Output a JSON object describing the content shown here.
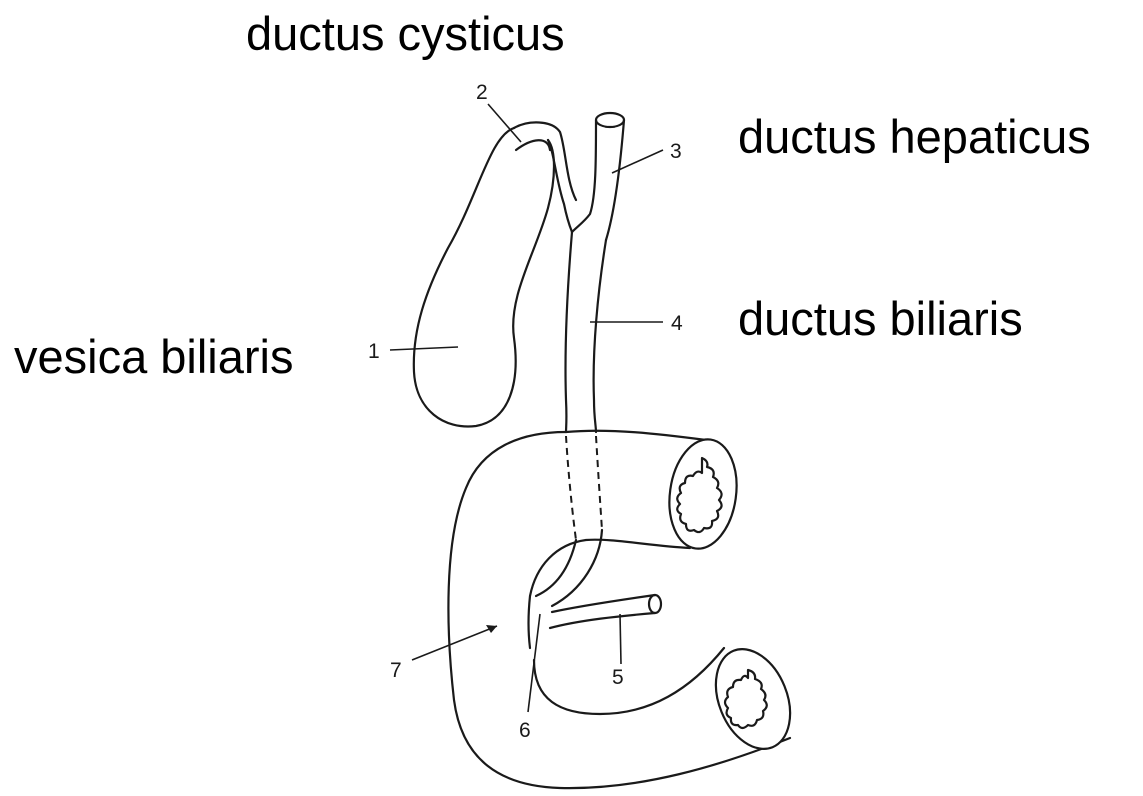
{
  "labels": {
    "ductus_cysticus": "ductus cysticus",
    "ductus_hepaticus": "ductus hepaticus",
    "ductus_biliaris": "ductus biliaris",
    "vesica_biliaris": "vesica biliaris"
  },
  "numbers": [
    "1",
    "2",
    "3",
    "4",
    "5",
    "6",
    "7"
  ],
  "colors": {
    "line": "#1a1a1a",
    "text": "#000000",
    "background": "#ffffff"
  }
}
